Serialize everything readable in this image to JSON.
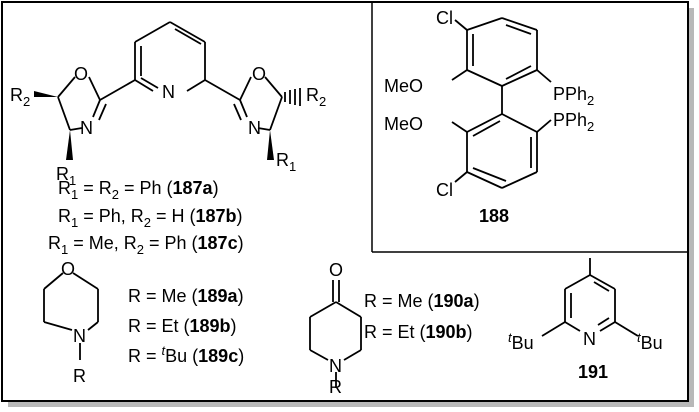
{
  "figure": {
    "bg": "#ffffff",
    "border_color": "#000000",
    "shadow_color": "#b8b8b8"
  },
  "pybox": {
    "atoms": {
      "O": "O",
      "N": "N"
    },
    "R1": "R",
    "R1_sub": "1",
    "R2": "R",
    "R2_sub": "2",
    "lines": [
      {
        "pre": "R",
        "s1": "1",
        "mid": " = R",
        "s2": "2",
        "post": " = Ph (",
        "id": "187a",
        "close": ")"
      },
      {
        "pre": "R",
        "s1": "1",
        "mid": " = Ph, R",
        "s2": "2",
        "post": " = H (",
        "id": "187b",
        "close": ")"
      },
      {
        "pre": "R",
        "s1": "1",
        "mid": " = Me, R",
        "s2": "2",
        "post": " = Ph (",
        "id": "187c",
        "close": ")"
      }
    ]
  },
  "c188": {
    "cl": "Cl",
    "meo": "MeO",
    "pph2": "PPh",
    "pph2_sub": "2",
    "id": "188"
  },
  "c189": {
    "atoms": {
      "O": "O",
      "N": "N",
      "R": "R"
    },
    "line_a": {
      "pre": "R = Me (",
      "id": "189a",
      "close": ")"
    },
    "line_b": {
      "pre": "R = Et (",
      "id": "189b",
      "close": ")"
    },
    "line_c": {
      "pre": "R = ",
      "sup": "t",
      "mid": "Bu (",
      "id": "189c",
      "close": ")"
    }
  },
  "c190": {
    "atoms": {
      "O": "O",
      "N": "N",
      "R": "R"
    },
    "line_a": {
      "pre": "R = Me (",
      "id": "190a",
      "close": ")"
    },
    "line_b": {
      "pre": "R = Et (",
      "id": "190b",
      "close": ")"
    }
  },
  "c191": {
    "N": "N",
    "t": "t",
    "bu": "Bu",
    "id": "191"
  }
}
